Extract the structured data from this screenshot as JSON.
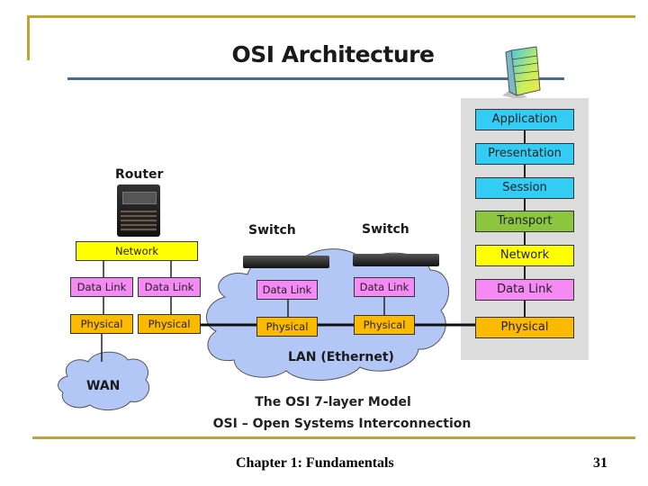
{
  "slide": {
    "title": "OSI Architecture",
    "footer_chapter": "Chapter 1: Fundamentals",
    "page_number": "31"
  },
  "osi_stack": {
    "layers": [
      {
        "name": "Application",
        "color": "#33ccf5"
      },
      {
        "name": "Presentation",
        "color": "#33ccf5"
      },
      {
        "name": "Session",
        "color": "#33ccf5"
      },
      {
        "name": "Transport",
        "color": "#8cc63f"
      },
      {
        "name": "Network",
        "color": "#ffff00"
      },
      {
        "name": "Data Link",
        "color": "#f58af5"
      },
      {
        "name": "Physical",
        "color": "#fbb900"
      }
    ]
  },
  "router": {
    "label": "Router",
    "network": "Network",
    "data_link_1": "Data Link",
    "data_link_2": "Data Link",
    "physical_1": "Physical",
    "physical_2": "Physical"
  },
  "switch_1": {
    "label": "Switch",
    "data_link": "Data Link",
    "physical": "Physical"
  },
  "switch_2": {
    "label": "Switch",
    "data_link": "Data Link",
    "physical": "Physical"
  },
  "clouds": {
    "lan": "LAN (Ethernet)",
    "wan": "WAN",
    "color": "#b3c7f7"
  },
  "captions": {
    "line1": "The OSI 7-layer Model",
    "line2": "OSI – Open Systems Interconnection"
  }
}
